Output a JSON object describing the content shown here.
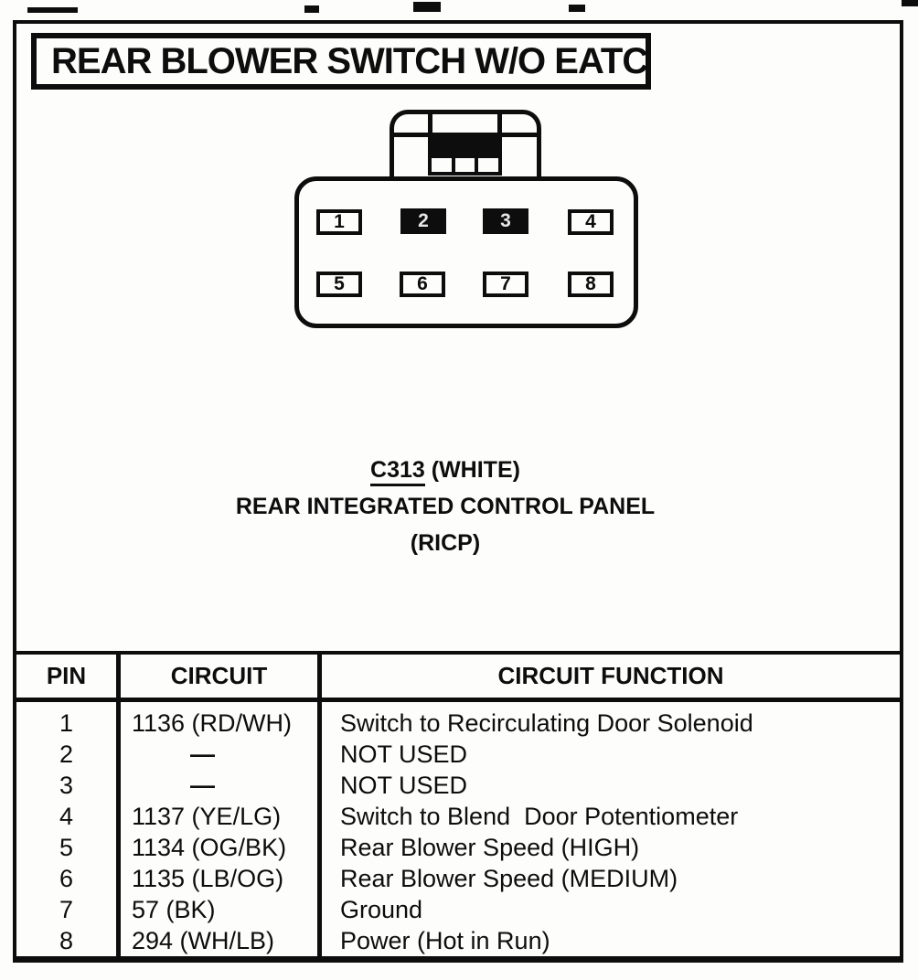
{
  "document": {
    "title": "REAR BLOWER SWITCH W/O EATC"
  },
  "connector": {
    "code": "C313",
    "color_note": "(WHITE)",
    "name": "REAR INTEGRATED CONTROL PANEL",
    "abbreviation": "(RICP)",
    "pins": [
      {
        "label": "1",
        "filled": false
      },
      {
        "label": "2",
        "filled": true
      },
      {
        "label": "3",
        "filled": true
      },
      {
        "label": "4",
        "filled": false
      },
      {
        "label": "5",
        "filled": false
      },
      {
        "label": "6",
        "filled": false
      },
      {
        "label": "7",
        "filled": false
      },
      {
        "label": "8",
        "filled": false
      }
    ]
  },
  "pin_table": {
    "headers": {
      "pin": "PIN",
      "circuit": "CIRCUIT",
      "function": "CIRCUIT FUNCTION"
    },
    "rows": [
      {
        "pin": "1",
        "circuit": "1136 (RD/WH)",
        "function": "Switch to Recirculating Door Solenoid"
      },
      {
        "pin": "2",
        "circuit": "—",
        "function": "NOT USED"
      },
      {
        "pin": "3",
        "circuit": "—",
        "function": "NOT USED"
      },
      {
        "pin": "4",
        "circuit": "1137 (YE/LG)",
        "function": "Switch to Blend  Door Potentiometer"
      },
      {
        "pin": "5",
        "circuit": "1134 (OG/BK)",
        "function": "Rear Blower Speed (HIGH)"
      },
      {
        "pin": "6",
        "circuit": "1135 (LB/OG)",
        "function": "Rear Blower Speed (MEDIUM)"
      },
      {
        "pin": "7",
        "circuit": "57 (BK)",
        "function": "Ground"
      },
      {
        "pin": "8",
        "circuit": "294 (WH/LB)",
        "function": "Power (Hot in Run)"
      }
    ]
  },
  "colors": {
    "ink": "#0d0d0d",
    "paper": "#fdfdfc"
  }
}
